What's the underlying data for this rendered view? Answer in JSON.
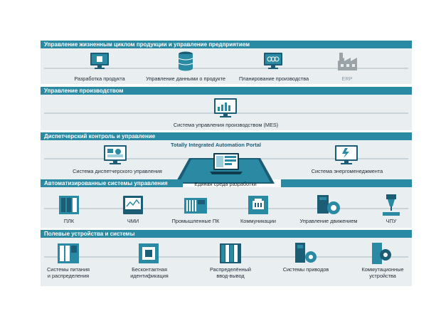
{
  "sections": [
    {
      "title": "Управление жизненным циклом продукции и управление предприятием"
    },
    {
      "title": "Управление производством"
    },
    {
      "title": "Диспетчерский контроль и управление"
    },
    {
      "title": "Автоматизированные системы управления"
    },
    {
      "title": "Полевые устройства и системы"
    }
  ],
  "lifecycle": {
    "items": [
      {
        "label": "Разработка продукта"
      },
      {
        "label": "Управление данными о продукте"
      },
      {
        "label": "Планирование производства"
      },
      {
        "label": "ERP"
      }
    ]
  },
  "production": {
    "label": "Система управления производством (MES)"
  },
  "dispatch": {
    "tia_title": "Totally Integrated Automation Portal",
    "left": "Система диспетчерского управления",
    "center": "Единая среда разработки",
    "right": "Система энергоменеджмента"
  },
  "automation": {
    "items": [
      {
        "label": "ПЛК"
      },
      {
        "label": "ЧМИ"
      },
      {
        "label": "Промышленные ПК"
      },
      {
        "label": "Коммуникации"
      },
      {
        "label": "Управление движением"
      },
      {
        "label": "ЧПУ"
      }
    ]
  },
  "field": {
    "items": [
      {
        "line1": "Системы питания",
        "line2": "и распределения"
      },
      {
        "line1": "Бесконтактная",
        "line2": "идентификация"
      },
      {
        "line1": "Распределённый",
        "line2": "ввод-вывод"
      },
      {
        "line1": "Системы приводов",
        "line2": ""
      },
      {
        "line1": "Коммутационные",
        "line2": "устройства"
      }
    ]
  },
  "colors": {
    "band": "#2a8aa4",
    "icon": "#2a8aa4",
    "dark": "#1b5d75",
    "row": "#e9eef1"
  }
}
